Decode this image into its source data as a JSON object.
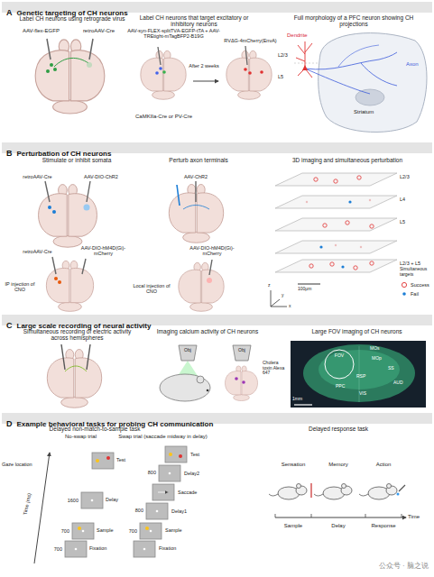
{
  "diagram": {
    "nodes": [
      {
        "text": [
          "A",
          "Genetic targeting of CH neurons"
        ]
      },
      {
        "text": [
          "B",
          "Perturbation of CH neurons"
        ]
      },
      {
        "text": [
          "C",
          "Large scale recording of neural activity"
        ]
      },
      {
        "text": [
          "D",
          "Example behavioral tasks for probing CH communication"
        ]
      }
    ],
    "labels": [
      "Label CH neurons using retrograde virus",
      "AAV-flex-EGFP",
      "retroAAV-Cre",
      "Label CH neurons that target excitatory or inhibitory neurons",
      "AAV-syn-FLEX-splitTVA-EGFP-tTA + AAV-TREtight-mTagBFP2-B19G",
      "After 2 weeks",
      "RVΔG-4mCherry(EnvA)",
      "CaMKIIa-Cre or PV-Cre",
      "Full morphology of a PFC neuron showing CH projections",
      "Dendrite",
      "L2/3",
      "L5",
      "Axon",
      "Striatum",
      "Stimulate or inhibit somata",
      "retroAAV-Cre",
      "AAV-DIO-ChR2",
      "retroAAV-Cre",
      "AAV-DIO-hM4D(Gi)-mCherry",
      "IP injection of CNO",
      "Perturb axon terminals",
      "AAV-ChR2",
      "AAV-DIO-hM4D(Gi)-mCherry",
      "Local injection of CNO",
      "3D imaging and simultaneous perturbation",
      "L2/3",
      "L4",
      "L5",
      "L2/3 + L5",
      "Simultaneous targets",
      "100μm",
      "z",
      "y",
      "x",
      "Simultaneous recording of electric activity across hemispheres",
      "Imaging calcium activity of CH neurons",
      "Large FOV imaging of CH neurons",
      "Obj",
      "Obj",
      "Cholera toxin Alexa 647",
      "FOV",
      "MOs",
      "MOp",
      "SS",
      "RSP",
      "PPC",
      "AUD",
      "VIS",
      "1mm",
      "Delayed non-match-to-sample task",
      "No-swap trial",
      "Swap trial (saccade midway in delay)",
      "Gaze location",
      "Time (ms)",
      "Test",
      "1600",
      "Delay",
      "700",
      "Sample",
      "700",
      "Fixation",
      "Test",
      "800",
      "Delay2",
      "Saccade",
      "800",
      "Delay1",
      "700",
      "Sample",
      "Fixation",
      "Delayed response task",
      "Sensation",
      "Memory",
      "Action",
      "Sample",
      "Delay",
      "Response",
      "Time",
      "公众号 · 脑之说"
    ],
    "legend": [
      {
        "text": "Success"
      },
      {
        "text": "Fail"
      }
    ]
  }
}
